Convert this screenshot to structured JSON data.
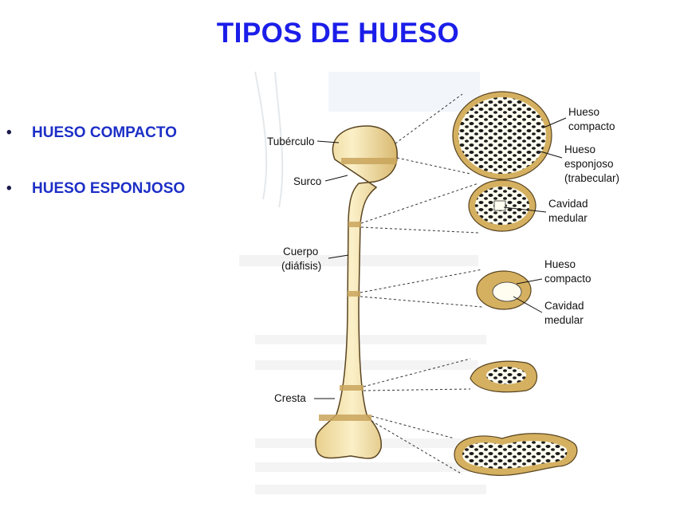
{
  "title": "TIPOS DE HUESO",
  "bullets": [
    {
      "text": "HUESO COMPACTO"
    },
    {
      "text": "HUESO ESPONJOSO"
    }
  ],
  "colors": {
    "title": "#1b1ee8",
    "bullet_text": "#1d2fc6",
    "bone": "#f3e3b0",
    "bone_shade": "#c9a55c",
    "bone_outline": "#5a4420"
  },
  "diagram": {
    "labels_left": {
      "tuberculo": "Tubérculo",
      "surco": "Surco",
      "cuerpo_1": "Cuerpo",
      "cuerpo_2": "(diáfisis)",
      "cresta": "Cresta"
    },
    "labels_right": {
      "hueso_compacto_1a": "Hueso",
      "hueso_compacto_1b": "compacto",
      "esponjoso_a": "Hueso",
      "esponjoso_b": "esponjoso",
      "esponjoso_c": "(trabecular)",
      "cavidad_1a": "Cavidad",
      "cavidad_1b": "medular",
      "hueso_compacto_2a": "Hueso",
      "hueso_compacto_2b": "compacto",
      "cavidad_2a": "Cavidad",
      "cavidad_2b": "medular"
    }
  }
}
